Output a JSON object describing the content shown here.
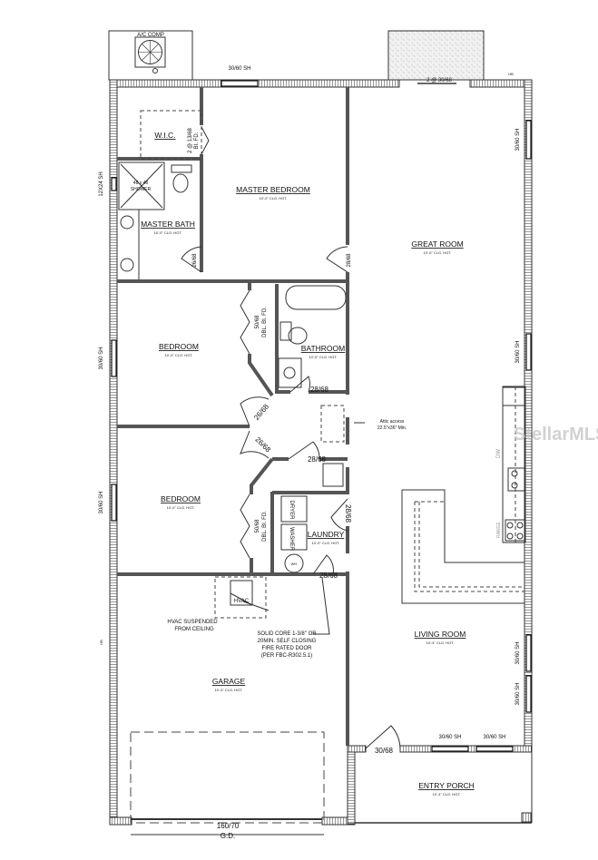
{
  "rooms": {
    "master_bedroom": {
      "name": "MASTER BEDROOM",
      "ceiling": "10'-0\" CLG. HGT."
    },
    "master_bath": {
      "name": "MASTER BATH",
      "ceiling": "10'-0\" CLG. HGT."
    },
    "wic": {
      "name": "W.I.C."
    },
    "great_room": {
      "name": "GREAT ROOM",
      "ceiling": "10'-0\" CLG. HGT."
    },
    "bedroom_1": {
      "name": "BEDROOM",
      "ceiling": "10'-0\" CLG. HGT."
    },
    "bedroom_2": {
      "name": "BEDROOM",
      "ceiling": "10'-0\" CLG. HGT."
    },
    "bathroom": {
      "name": "BATHROOM",
      "ceiling": "10'-0\" CLG. HGT."
    },
    "laundry": {
      "name": "LAUNDRY",
      "ceiling": "10'-0\" CLG. HGT."
    },
    "garage": {
      "name": "GARAGE",
      "ceiling": "10'-4\" CLG. HGT."
    },
    "living_room": {
      "name": "LIVING ROOM",
      "ceiling": "10'-4\" CLG. HGT."
    },
    "entry_porch": {
      "name": "ENTRY PORCH",
      "ceiling": "10'-4\" CLG. HGT."
    }
  },
  "fixtures": {
    "ac_comp": "A/C COMP",
    "shower": "SHOWER",
    "shower_size": "48 x 48",
    "dryer": "DRYER",
    "washer": "WASHER",
    "water_heater": "WH",
    "hvac": "HVAC",
    "dw": "DW",
    "range": "RANGE"
  },
  "windows": {
    "top_master": "30/60 SH",
    "top_slider": "2 @ 30/68",
    "right_1": "30/60 SH",
    "right_2": "30/60 SH",
    "right_3": "30/60 SH",
    "right_4": "30/60 SH",
    "left_bath": "12X24 SH",
    "left_bed1": "30/60 SH",
    "left_bed2": "30/60 SH",
    "front_1": "30/60 SH",
    "front_2": "30/60 SH",
    "hose_bib": "HB"
  },
  "doors": {
    "wic": "2 @ 13/68",
    "wic_type": "BI. FD.",
    "master_bath": "26/68",
    "master_bed": "28/68",
    "closet_1": "50/68",
    "closet_1_type": "DBL. BI. FD.",
    "closet_2": "50/68",
    "closet_2_type": "DBL. BI. FD.",
    "bathroom": "28/68",
    "bed_1": "26/68",
    "bed_2": "26/68",
    "hall_closet": "28/68",
    "laundry_hall": "28/68",
    "laundry_garage": "28/68",
    "front": "30/68",
    "garage_door": "160/70",
    "garage_door_type": "G.D."
  },
  "notes": {
    "attic_1": "Attic access",
    "attic_2": "22.5\"x36\" Min.",
    "hvac_1": "HVAC SUSPENDED",
    "hvac_2": "FROM CEILING",
    "fire_1": "SOLID CORE 1-3/8\" OR",
    "fire_2": "20MIN. SELF CLOSING",
    "fire_3": "FIRE RATED DOOR",
    "fire_4": "(PER FBC-R302.5.1)"
  },
  "watermark": "StellarMLS"
}
